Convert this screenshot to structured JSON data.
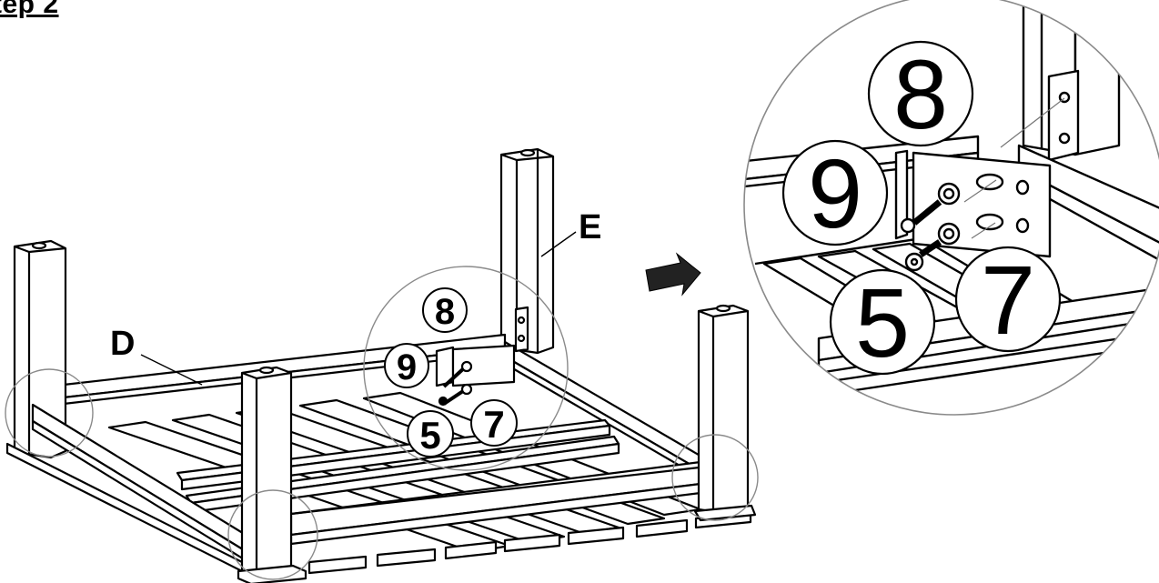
{
  "step_title": "tep 2",
  "part_labels": {
    "leg": "E",
    "rail": "D"
  },
  "hardware_callouts": {
    "plate": "8",
    "bolt": "9",
    "washer": "5",
    "nut": "7"
  },
  "colors": {
    "line": "#000000",
    "fill": "#ffffff",
    "detail_circle": "#8a8a8a",
    "arrow": "#222222"
  }
}
